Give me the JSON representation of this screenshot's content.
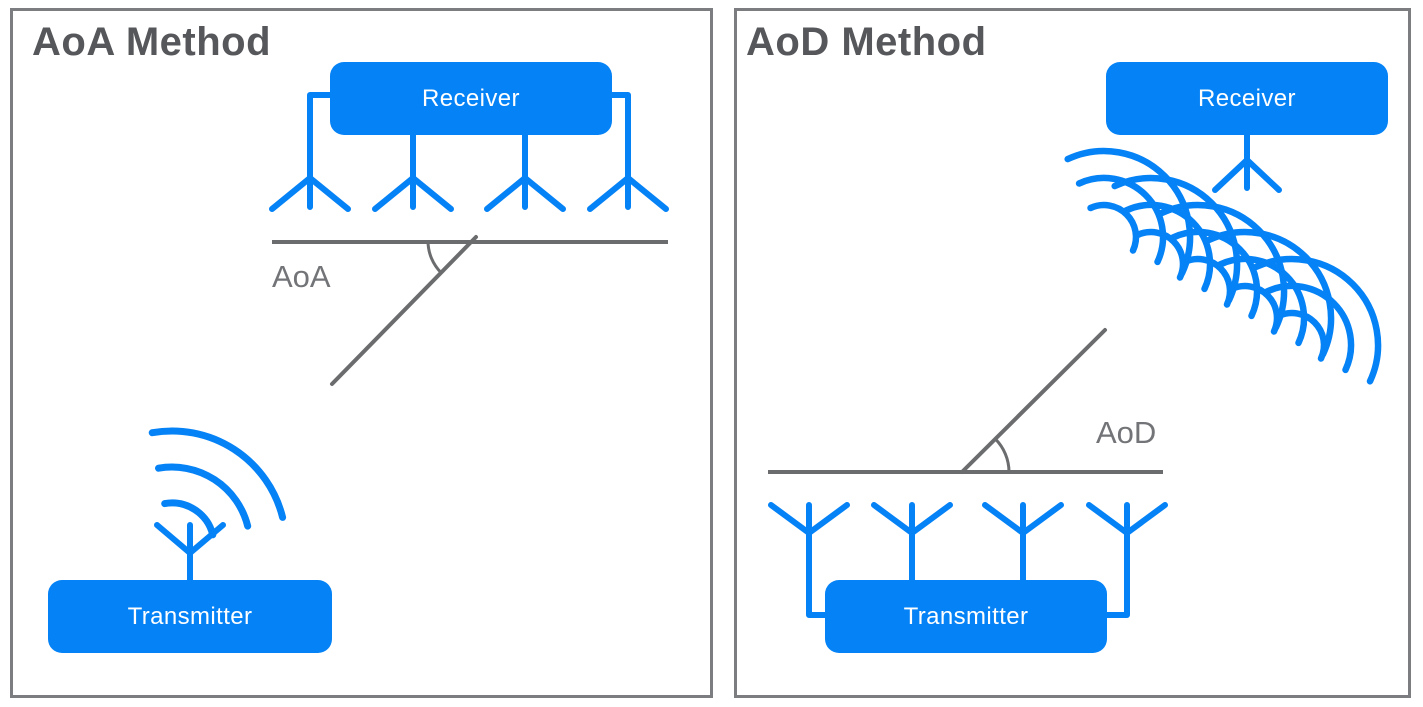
{
  "figure": {
    "panels": [
      {
        "title": "AoA Method",
        "receiver_label": "Receiver",
        "transmitter_label": "Transmitter",
        "angle_label": "AoA",
        "receiver_antenna_count": 4,
        "transmitter_antenna_count": 1
      },
      {
        "title": "AoD Method",
        "receiver_label": "Receiver",
        "transmitter_label": "Transmitter",
        "angle_label": "AoD",
        "receiver_antenna_count": 1,
        "transmitter_antenna_count": 4
      }
    ]
  },
  "icons": {
    "dipole_antenna": "antenna-icon",
    "radio_waves": "radio-waves-icon",
    "wavefronts": "wavefront-arcs-icon",
    "angle_arc": "angle-arc-icon"
  },
  "colors": {
    "accent_blue": "#0582F6",
    "title_gray": "#56575A",
    "line_gray": "#6B6C6E",
    "label_gray": "#737477",
    "border_gray": "#7B7D80",
    "box_text": "#FFFFFF",
    "background": "#FFFFFF"
  }
}
